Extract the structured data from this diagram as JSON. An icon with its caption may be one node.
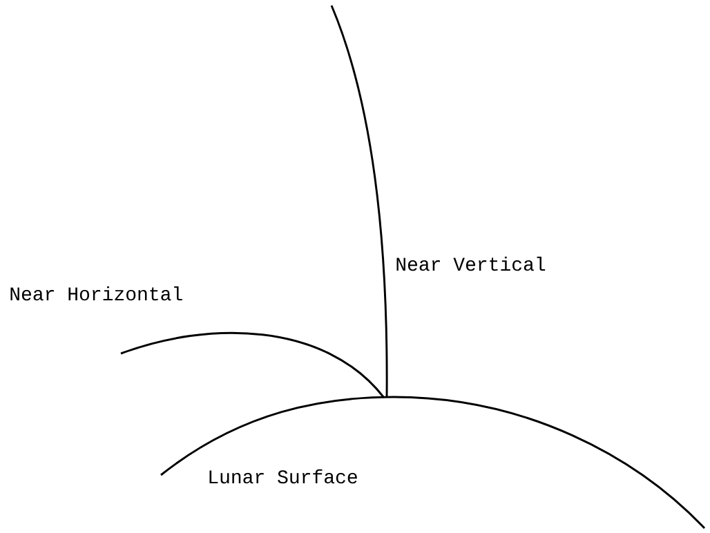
{
  "diagram": {
    "labels": [
      "Near Vertical",
      "Near Horizontal",
      "Lunar Surface"
    ]
  }
}
